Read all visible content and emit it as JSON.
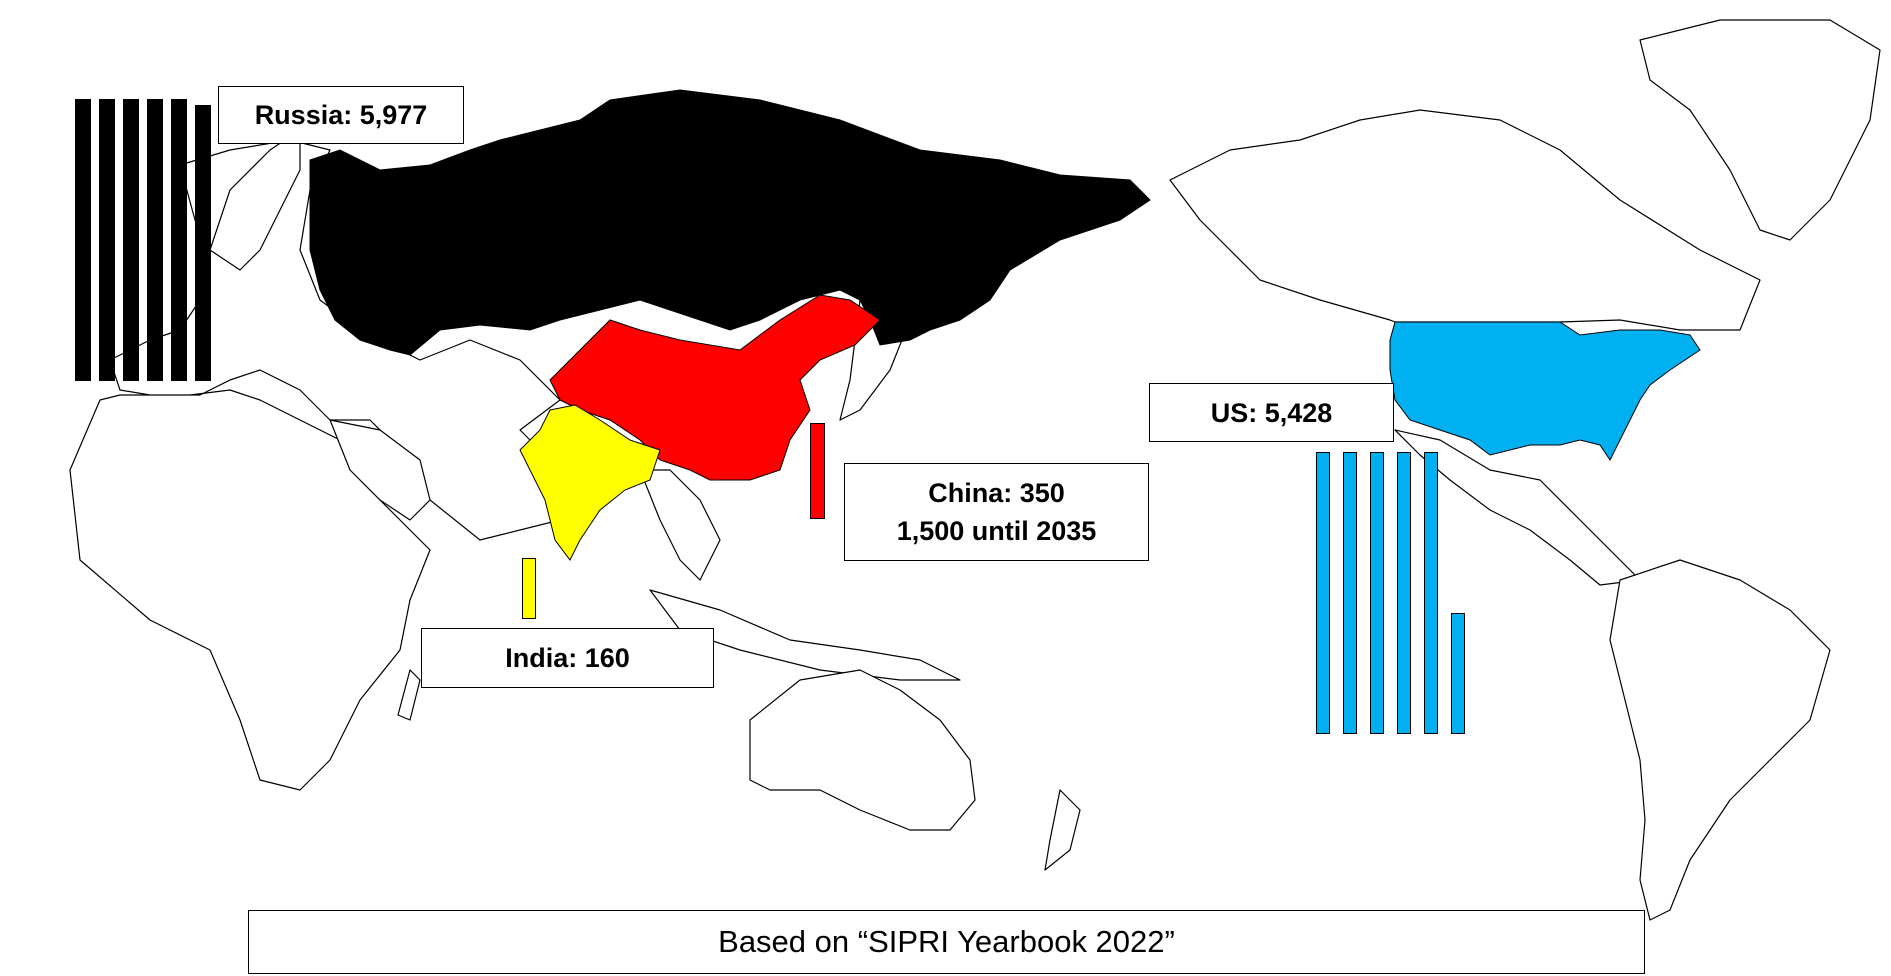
{
  "map": {
    "colors": {
      "land_fill": "#ffffff",
      "border": "#000000",
      "russia": "#000000",
      "china": "#ff0000",
      "india": "#ffff00",
      "us": "#00b0f0"
    }
  },
  "countries": {
    "russia": {
      "label": "Russia: 5,977",
      "warheads": 5977,
      "color": "#000000",
      "bar_count": 6
    },
    "us": {
      "label": "US: 5,428",
      "warheads": 5428,
      "color": "#00b0f0",
      "bar_count": 6
    },
    "china": {
      "label": "China: 350",
      "sub_label": "1,500 until 2035",
      "warheads": 350,
      "projection_2035": 1500,
      "color": "#ff0000",
      "bar_count": 1
    },
    "india": {
      "label": "India: 160",
      "warheads": 160,
      "color": "#ffff00",
      "bar_count": 1
    }
  },
  "source": {
    "text": "Based on “SIPRI Yearbook 2022”"
  }
}
